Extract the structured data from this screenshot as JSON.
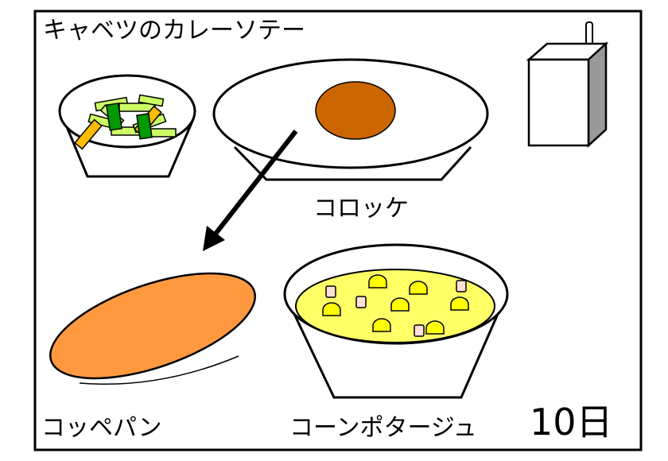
{
  "menu": {
    "side_dish": "キャベツのカレーソテー",
    "main_dish": "コロッケ",
    "bread": "コッペパン",
    "soup": "コーンポタージュ",
    "date": "10日"
  },
  "colors": {
    "croquette": "#cc6600",
    "bread": "#ff9940",
    "soup": "#ffff66",
    "corn": "#ffff00",
    "ham": "#fde0d6",
    "cabbage": "#ccff66",
    "pepper": "#009900",
    "carrot": "#ffbb00",
    "carton_side": "#999999"
  }
}
